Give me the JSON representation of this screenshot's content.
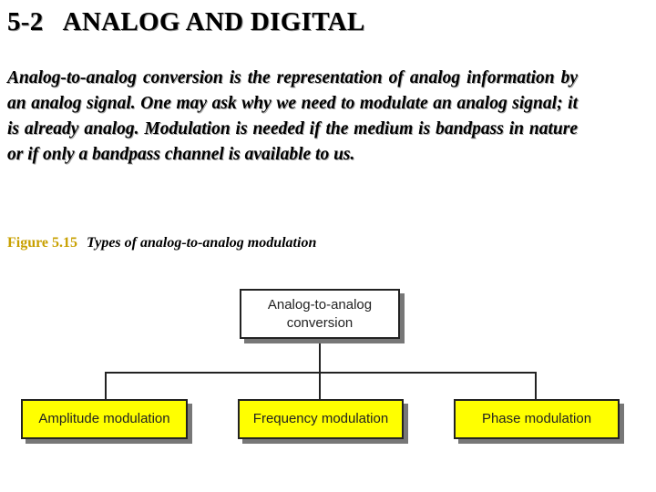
{
  "section": {
    "title": "5-2   ANALOG AND DIGITAL"
  },
  "paragraph": "Analog-to-analog conversion is the representation of analog information by an analog signal. One may ask why we need to modulate an analog signal; it is already analog. Modulation is needed if the medium is bandpass in nature or if only a bandpass channel is available to us.",
  "figure": {
    "number": "Figure 5.15",
    "caption": "Types of analog-to-analog modulation",
    "root": {
      "line1": "Analog-to-analog",
      "line2": "conversion"
    },
    "leaves": [
      "Amplitude modulation",
      "Frequency modulation",
      "Phase modulation"
    ],
    "colors": {
      "leaf_fill": "#ffff00",
      "figure_number": "#c8a000"
    }
  }
}
